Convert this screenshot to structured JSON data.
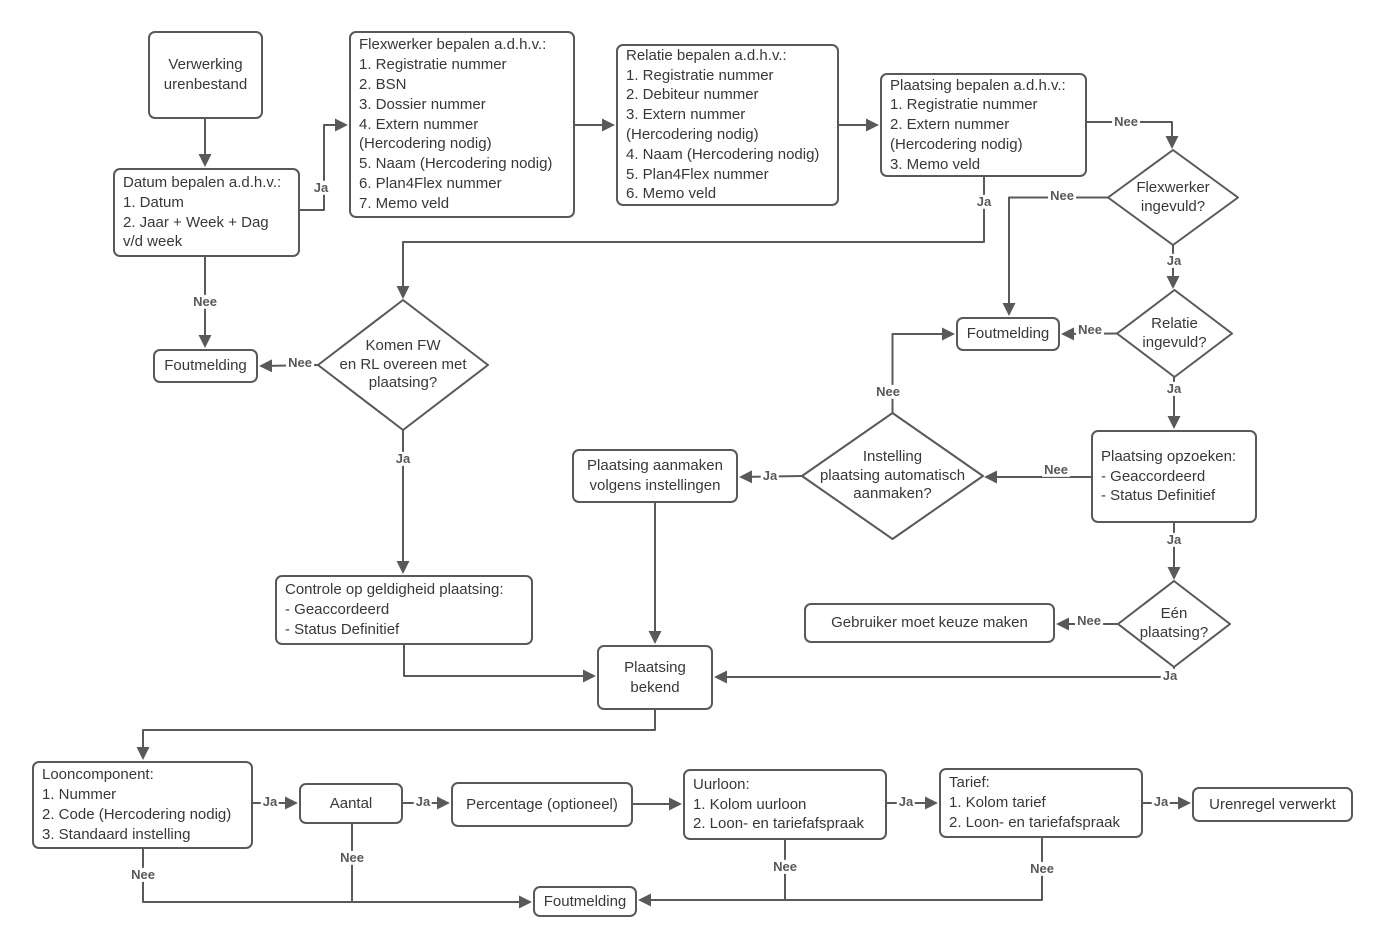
{
  "diagram": {
    "title": "Verwerking urenbestand flowchart",
    "colors": {
      "border": "#595959",
      "line": "#595959",
      "node_text": "#383838",
      "edge_label_text": "#595959",
      "background": "#ffffff"
    },
    "nodes": {
      "verwerking": {
        "text": "Verwerking\nurenbestand"
      },
      "datum": {
        "text": "Datum bepalen a.d.h.v.:\n1. Datum\n2. Jaar + Week + Dag\nv/d week"
      },
      "flexwerker": {
        "text": "Flexwerker bepalen a.d.h.v.:\n1. Registratie nummer\n2. BSN\n3. Dossier nummer\n4. Extern nummer\n(Hercodering nodig)\n5. Naam (Hercodering nodig)\n6. Plan4Flex nummer\n7. Memo veld"
      },
      "relatie": {
        "text": "Relatie bepalen a.d.h.v.:\n1. Registratie nummer\n2. Debiteur nummer\n3. Extern nummer\n(Hercodering nodig)\n4. Naam (Hercodering nodig)\n5. Plan4Flex nummer\n6. Memo veld"
      },
      "plaatsing_bepalen": {
        "text": "Plaatsing bepalen a.d.h.v.:\n1. Registratie nummer\n2. Extern nummer\n(Hercodering nodig)\n3. Memo veld"
      },
      "d_flexwerker_ingevuld": {
        "text": "Flexwerker\ningevuld?"
      },
      "d_relatie_ingevuld": {
        "text": "Relatie\ningevuld?"
      },
      "foutmelding_mid": {
        "text": "Foutmelding"
      },
      "foutmelding_left": {
        "text": "Foutmelding"
      },
      "d_komen_overeen": {
        "text": "Komen FW\nen RL overeen met\nplaatsing?"
      },
      "d_instelling": {
        "text": "Instelling\nplaatsing automatisch\naanmaken?"
      },
      "plaatsing_aanmaken": {
        "text": "Plaatsing aanmaken\nvolgens instellingen"
      },
      "plaatsing_opzoeken": {
        "text": "Plaatsing opzoeken:\n- Geaccordeerd\n- Status Definitief"
      },
      "d_een_plaatsing": {
        "text": "Eén\nplaatsing?"
      },
      "gebruiker_keuze": {
        "text": "Gebruiker moet keuze maken"
      },
      "controle": {
        "text": "Controle op geldigheid plaatsing:\n- Geaccordeerd\n- Status Definitief"
      },
      "plaatsing_bekend": {
        "text": "Plaatsing\nbekend"
      },
      "looncomponent": {
        "text": "Looncomponent:\n1. Nummer\n2. Code (Hercodering nodig)\n3. Standaard instelling"
      },
      "aantal": {
        "text": "Aantal"
      },
      "percentage": {
        "text": "Percentage (optioneel)"
      },
      "uurloon": {
        "text": "Uurloon:\n1. Kolom uurloon\n2. Loon- en tariefafspraak"
      },
      "tarief": {
        "text": "Tarief:\n1. Kolom tarief\n2. Loon- en tariefafspraak"
      },
      "urenregel": {
        "text": "Urenregel verwerkt"
      },
      "foutmelding_bottom": {
        "text": "Foutmelding"
      }
    },
    "edge_labels": {
      "datum_ja": {
        "text": "Ja"
      },
      "plaatsing_nee": {
        "text": "Nee"
      },
      "plaatsing_ja": {
        "text": "Ja"
      },
      "fw_ja": {
        "text": "Ja"
      },
      "fw_nee": {
        "text": "Nee"
      },
      "rel_nee": {
        "text": "Nee"
      },
      "rel_ja": {
        "text": "Ja"
      },
      "opz_nee": {
        "text": "Nee"
      },
      "opz_ja": {
        "text": "Ja"
      },
      "inst_nee": {
        "text": "Nee"
      },
      "inst_ja": {
        "text": "Ja"
      },
      "datum_nee": {
        "text": "Nee"
      },
      "komen_nee": {
        "text": "Nee"
      },
      "komen_ja": {
        "text": "Ja"
      },
      "een_nee": {
        "text": "Nee"
      },
      "een_ja": {
        "text": "Ja"
      },
      "loon_ja": {
        "text": "Ja"
      },
      "aantal_ja": {
        "text": "Ja"
      },
      "uurloon_ja": {
        "text": "Ja"
      },
      "tarief_ja": {
        "text": "Ja"
      },
      "loon_nee": {
        "text": "Nee"
      },
      "aantal_nee": {
        "text": "Nee"
      },
      "uurloon_nee": {
        "text": "Nee"
      },
      "tarief_nee": {
        "text": "Nee"
      }
    }
  }
}
